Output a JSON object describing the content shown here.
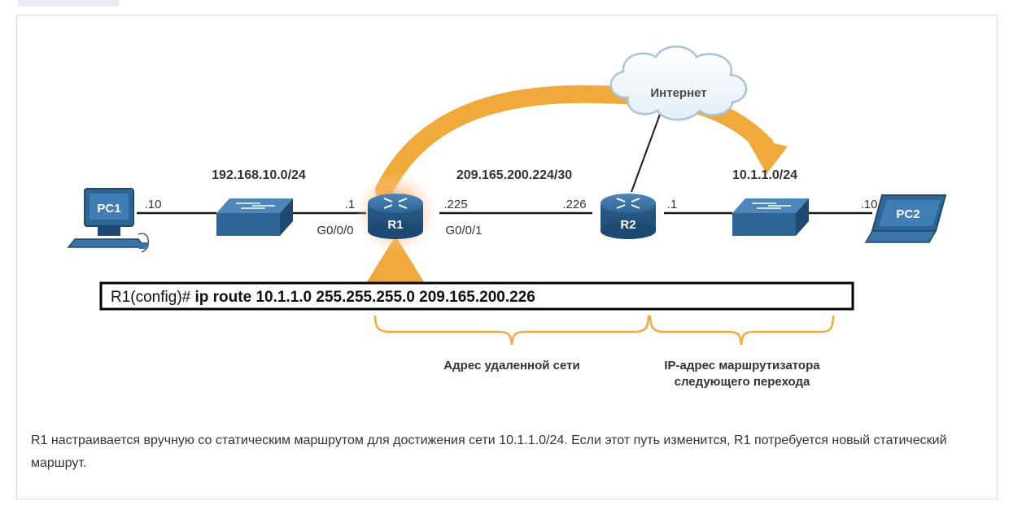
{
  "topology": {
    "devices": {
      "pc1": "PC1",
      "pc2": "PC2",
      "r1": "R1",
      "r2": "R2",
      "internet": "Интернет"
    },
    "networks": {
      "left": "192.168.10.0/24",
      "middle": "209.165.200.224/30",
      "right": "10.1.1.0/24"
    },
    "host_ids": {
      "pc1": ".10",
      "r1_left": ".1",
      "r1_right": ".225",
      "r2_left": ".226",
      "r2_right": ".1",
      "pc2": ".10"
    },
    "interfaces": {
      "r1_left": "G0/0/0",
      "r1_right": "G0/0/1"
    }
  },
  "command": {
    "prompt": "R1(config)# ",
    "command_text": "ip route 10.1.1.0 255.255.255.0 209.165.200.226"
  },
  "annotations": {
    "remote_network": "Адрес удаленной сети",
    "next_hop_line1": "IP-адрес маршрутизатора",
    "next_hop_line2": "следующего перехода"
  },
  "colors": {
    "highlight": "#f0aa3c",
    "device_blue": "#2d6a9a",
    "link": "#1a1a1a"
  },
  "caption": "R1 настраивается вручную со статическим маршрутом для достижения сети 10.1.1.0/24. Если этот путь изменится, R1 потребуется новый статический маршрут."
}
